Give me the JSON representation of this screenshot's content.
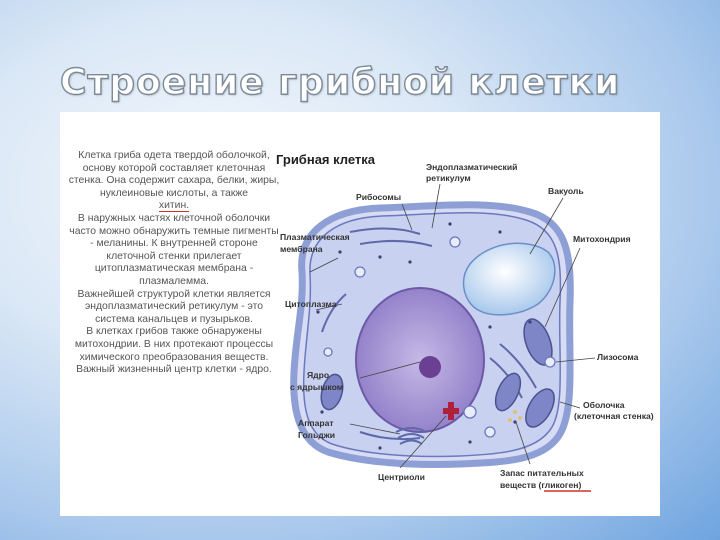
{
  "slide_title": "Строение грибной клетки",
  "description": [
    "Клетка гриба одета твердой оболочкой, основу которой составляет клеточная стенка. Она содержит сахара, белки, жиры, нуклеиновые кислоты, а также",
    "хитин.",
    "В наружных частях клеточной оболочки часто можно обнаружить темные пигменты - меланины. К внутренней стороне клеточной стенки прилегает цитоплазматическая мембрана - плазмалемма.",
    "Важнейшей структурой клетки является эндоплазматический ретикулум - это система канальцев и пузырьков.",
    "В клетках грибов также обнаружены митохондрии. В них протекают процессы химического преобразования веществ.",
    "Важный жизненный центр клетки - ядро."
  ],
  "diagram": {
    "heading": "Грибная клетка",
    "labels": {
      "er_1": "Эндоплазматический",
      "er_2": "ретикулум",
      "ribosomes": "Рибосомы",
      "vacuole": "Вакуоль",
      "plasma_1": "Плазматическая",
      "plasma_2": "мембрана",
      "mitochondria": "Митохондрия",
      "cytoplasm": "Цитоплазма",
      "lysosome": "Лизосома",
      "nucleus_1": "Ядро",
      "nucleus_2": "с ядрышком",
      "wall_1": "Оболочка",
      "wall_2": "(клеточная стенка)",
      "golgi_1": "Аппарат",
      "golgi_2": "Гольджи",
      "centriole": "Центриоли",
      "reserve_1": "Запас питательных",
      "reserve_2": "веществ (гликоген)"
    }
  },
  "colors": {
    "underline": "#d0302a",
    "cell_wall": "#8e9fd6",
    "cytoplasm": "#c9d1f0",
    "nucleus": "#a99ad3",
    "mitochondria": "#7e86c8"
  }
}
